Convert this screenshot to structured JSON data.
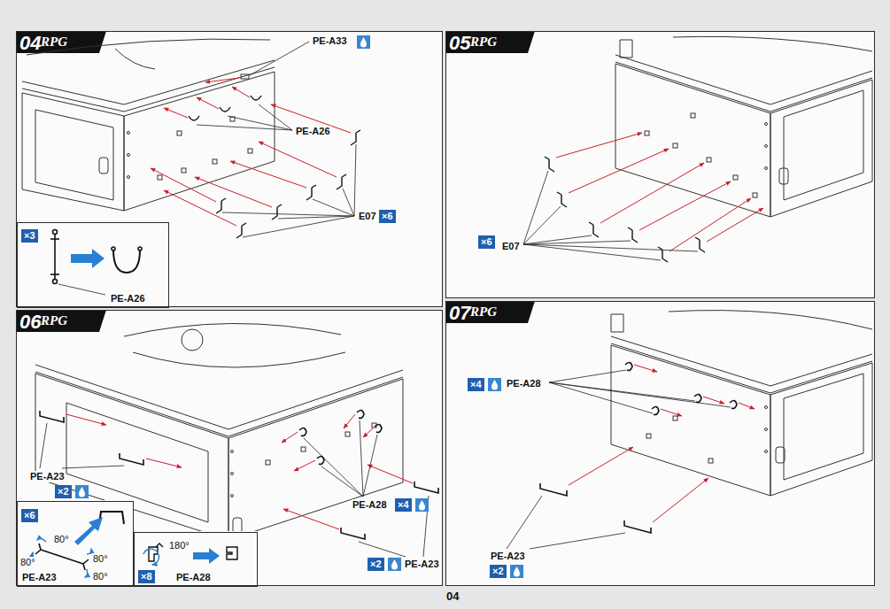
{
  "diagram": {
    "nodes": [
      {
        "text": [
          "04"
        ]
      },
      {
        "text": [
          "×3",
          "PE-A26"
        ],
        "in": 0
      },
      {
        "text": [
          "05"
        ]
      },
      {
        "text": [
          "06"
        ]
      },
      {
        "text": [
          "×6",
          "80°",
          "80°",
          "80°",
          "80°",
          "PE-A23"
        ],
        "in": 3
      },
      {
        "text": [
          "180°",
          "×8",
          "PE-A28"
        ],
        "in": 3
      },
      {
        "text": [
          "07"
        ]
      }
    ],
    "labels": [
      "RPG",
      "PE-A33",
      "PE-A26",
      "E07",
      "×6",
      "RPG",
      "×6",
      "E07",
      "RPG",
      "PE-A23",
      "×2",
      "PE-A28",
      "×4",
      "×2",
      "PE-A23",
      "RPG",
      "×4",
      "PE-A28",
      "PE-A23",
      "×2",
      "04"
    ]
  }
}
